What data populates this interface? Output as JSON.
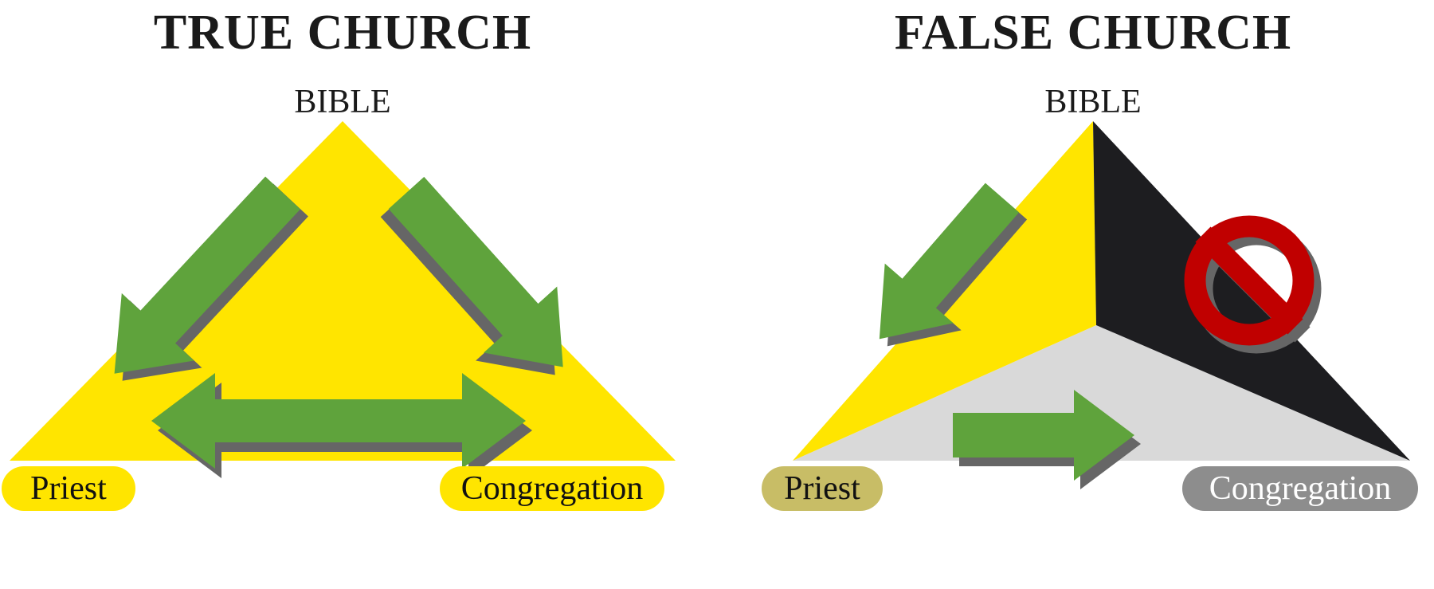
{
  "colors": {
    "background": "#ffffff",
    "triangle_yellow": "#ffe500",
    "arrow_green": "#5fa33c",
    "arrow_shadow_gray": "#666666",
    "black_face": "#1d1d20",
    "gray_face": "#d9d9d9",
    "prohibition_red": "#c00000",
    "pill_yellow": "#ffe500",
    "pill_olive": "#c8bd66",
    "pill_gray": "#8d8d8d"
  },
  "left_panel": {
    "title": "TRUE CHURCH",
    "apex_label": "BIBLE",
    "priest_label": "Priest",
    "congregation_label": "Congregation"
  },
  "right_panel": {
    "title": "FALSE CHURCH",
    "apex_label": "BIBLE",
    "priest_label": "Priest",
    "congregation_label": "Congregation"
  }
}
